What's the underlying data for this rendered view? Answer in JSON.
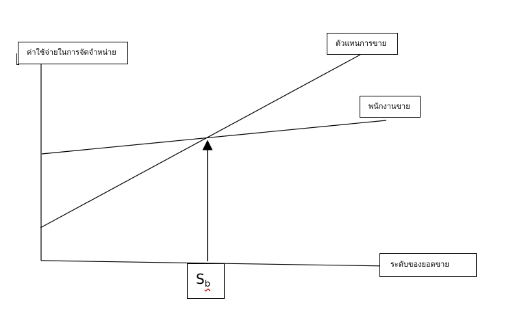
{
  "diagram": {
    "y_axis_label": "ค่าใช้จ่ายในการจัดจำหน่าย",
    "x_axis_label": "ระดับของยอดขาย",
    "agent_line_label": "ตัวแทนการขาย",
    "salesperson_line_label": "พนักงานขาย",
    "breakeven": {
      "main": "S",
      "sub": "b"
    },
    "colors": {
      "line": "#000000",
      "background": "#ffffff",
      "squiggle": "#c00000"
    }
  }
}
